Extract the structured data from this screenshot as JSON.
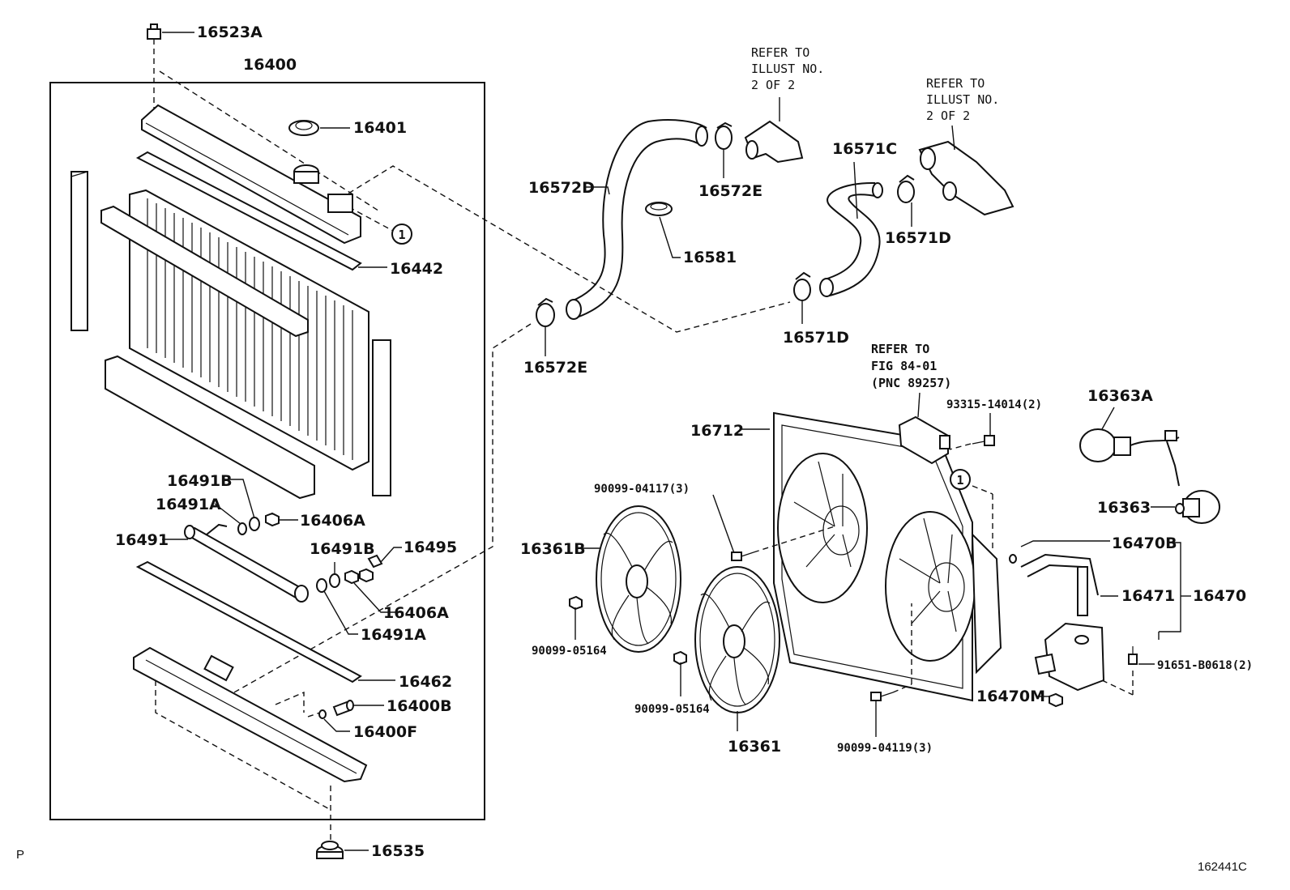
{
  "part_labels": {
    "p16523A": "16523A",
    "p16400": "16400",
    "p16401": "16401",
    "p16442": "16442",
    "p16491B_1": "16491B",
    "p16491A_1": "16491A",
    "p16406A_1": "16406A",
    "p16491": "16491",
    "p16491B_2": "16491B",
    "p16495": "16495",
    "p16406A_2": "16406A",
    "p16491A_2": "16491A",
    "p16462": "16462",
    "p16400B": "16400B",
    "p16400F": "16400F",
    "p16535": "16535",
    "p16572D": "16572D",
    "p16572E_1": "16572E",
    "p16572E_2": "16572E",
    "p16581": "16581",
    "p16571C": "16571C",
    "p16571D_1": "16571D",
    "p16571D_2": "16571D",
    "p16712": "16712",
    "p16363A": "16363A",
    "p16363": "16363",
    "p16361B": "16361B",
    "p16361": "16361",
    "p16470B": "16470B",
    "p16471": "16471",
    "p16470": "16470",
    "p16470M": "16470M",
    "p90099_04117": "90099-04117(3)",
    "p90099_05164_1": "90099-05164",
    "p90099_05164_2": "90099-05164",
    "p90099_04119": "90099-04119(3)",
    "p93315_14014": "93315-14014(2)",
    "p91651_B0618": "91651-B0618(2)"
  },
  "notes": {
    "refer1": [
      "REFER TO",
      "ILLUST NO.",
      "2 OF 2"
    ],
    "refer2": [
      "REFER TO",
      "ILLUST NO.",
      "2 OF 2"
    ],
    "refer3": [
      "REFER TO",
      "FIG 84-01",
      "(PNC 89257)"
    ]
  },
  "callouts": {
    "c1": "1",
    "c2": "1"
  },
  "corner": {
    "left": "P",
    "right": "162441C"
  }
}
